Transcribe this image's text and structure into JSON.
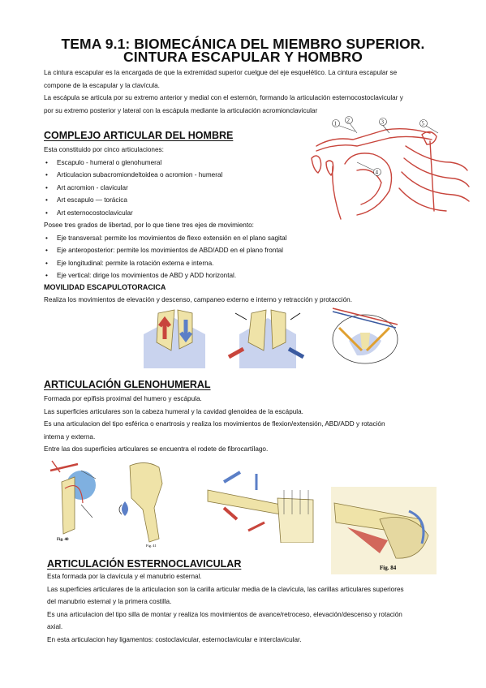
{
  "title": {
    "line1": "TEMA 9.1: BIOMECÁNICA DEL MIEMBRO SUPERIOR.",
    "line2": "CINTURA ESCAPULAR Y HOMBRO"
  },
  "intro": [
    "La cintura escapular es la encargada de que la extremidad superior cuelgue del eje esquelético. La cintura escapular se",
    "compone de la escapular y la clavícula.",
    "La escápula se articula por su extremo anterior y medial con el esternón, formando la articulación esternocostoclavicular y",
    "por su extremo posterior y lateral con la escápula mediante la articulación acromionclavicular"
  ],
  "section_complejo": {
    "heading": "COMPLEJO ARTICULAR DEL HOMBRE",
    "lead": "Esta constituido por cinco articulaciones:",
    "joints": [
      "Escapulo - humeral o glenohumeral",
      "Articulacion subacromiondeltoidea o acromion - humeral",
      "Art acromion - clavicular",
      "Art escapulo — torácica",
      "Art esternocostoclavicular"
    ],
    "freedom": "Posee tres grados de libertad, por lo que tiene tres ejes de movimiento:",
    "axes": [
      "Eje transversal: permite los movimientos de flexo extensión en el plano sagital",
      "Eje anteroposterior: permite los movimientos de ABD/ADD en el plano frontal",
      "Eje longitudinal: permite la rotación externa e interna.",
      "Eje vertical: dirige los movimientos de ABD y ADD horizontal."
    ],
    "subheading": "MOVILIDAD ESCAPULOTORACICA",
    "sub_text": "Realiza los movimientos de elevación y descenso, campaneo externo e interno y retracción y protacción."
  },
  "section_gleno": {
    "heading": "ARTICULACIÓN GLENOHUMERAL",
    "lines": [
      "Formada por epífisis proximal del humero y escápula.",
      "Las superficies articulares son la cabeza humeral y la cavidad glenoidea de la escápula.",
      "Es una articulacion del tipo esférica o enartrosis y realiza los movimientos de flexion/extensión, ABD/ADD y rotación",
      "interna y externa.",
      "Entre las dos superficies articulares se encuentra el rodete de fibrocartílago."
    ],
    "fig_labels": [
      "Fig. 40",
      "Fig. 41",
      "Fig. 84"
    ]
  },
  "section_ester": {
    "heading": "ARTICULACIÓN ESTERNOCLAVICULAR",
    "lines": [
      "Esta formada por la clavícula y el manubrio esternal.",
      "Las superficies articulares de la articulacion son la carilla articular media de la clavícula, las carillas articulares superiores",
      "del manubrio esternal y la primera costilla.",
      "Es una articulacion del tipo silla de montar y realiza los movimientos de avance/retroceso, elevación/descenso y rotación",
      "axial.",
      "En esta articulacion hay ligamentos: costoclavicular, esternoclavicular e interclavicular."
    ]
  },
  "figure_numbers": [
    "1",
    "2",
    "3",
    "4",
    "5"
  ],
  "colors": {
    "red": "#c8453c",
    "blue": "#5b7fc7",
    "bone": "#efe3a8",
    "ink": "#111111"
  }
}
